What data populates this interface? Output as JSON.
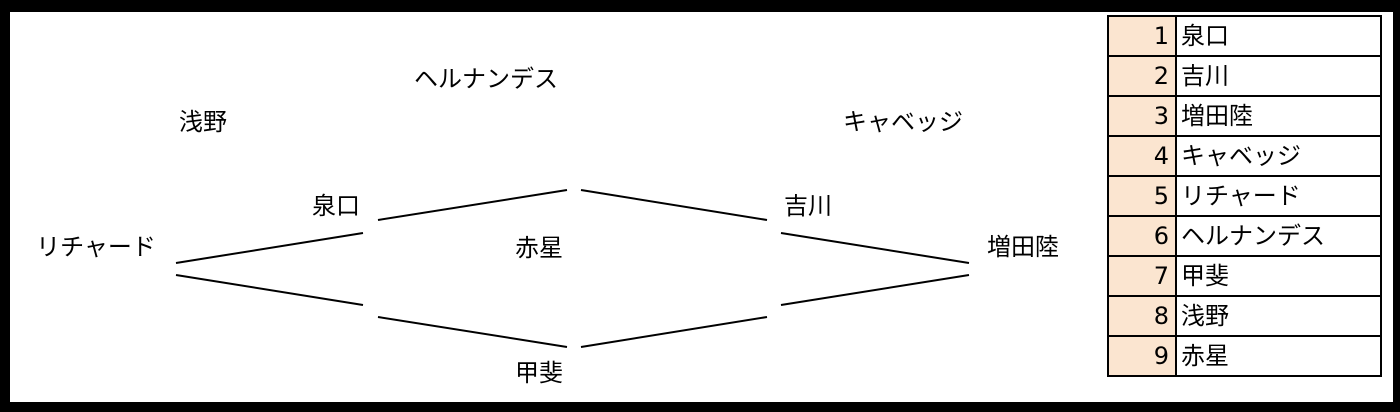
{
  "nodes": [
    {
      "id": "hernandez",
      "label": "ヘルナンデス"
    },
    {
      "id": "asano",
      "label": "浅野"
    },
    {
      "id": "cabbage",
      "label": "キャベッジ"
    },
    {
      "id": "izumiguchi",
      "label": "泉口"
    },
    {
      "id": "yoshikawa",
      "label": "吉川"
    },
    {
      "id": "richard",
      "label": "リチャード"
    },
    {
      "id": "akahoshi",
      "label": "赤星"
    },
    {
      "id": "masudariku",
      "label": "増田陸"
    },
    {
      "id": "kai",
      "label": "甲斐"
    }
  ],
  "legend": [
    {
      "num": "1",
      "name": "泉口"
    },
    {
      "num": "2",
      "name": "吉川"
    },
    {
      "num": "3",
      "name": "増田陸"
    },
    {
      "num": "4",
      "name": "キャベッジ"
    },
    {
      "num": "5",
      "name": "リチャード"
    },
    {
      "num": "6",
      "name": "ヘルナンデス"
    },
    {
      "num": "7",
      "name": "甲斐"
    },
    {
      "num": "8",
      "name": "浅野"
    },
    {
      "num": "9",
      "name": "赤星"
    }
  ],
  "colors": {
    "number_cell_bg": "#fbe5d0",
    "line": "#000000",
    "border": "#000000"
  }
}
